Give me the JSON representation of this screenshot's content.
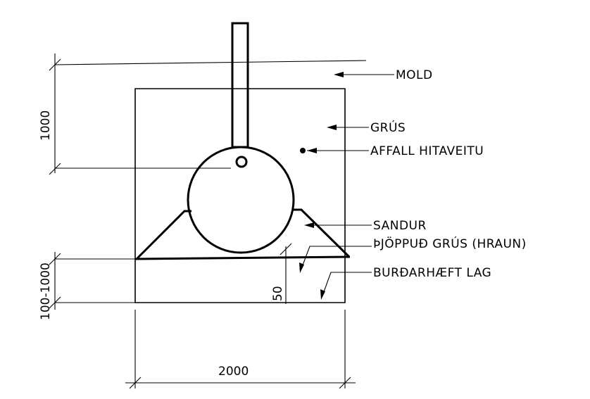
{
  "labels": {
    "mold": "MOLD",
    "grus": "GRÚS",
    "affall": "AFFALL HITAVEITU",
    "sandur": "SANDUR",
    "thjoppud": "ÞJÖPPUÐ GRÚS (HRAUN)",
    "burdar": "BURÐARHÆFT LAG"
  },
  "dimensions": {
    "depth": "1000",
    "bed_range": "100-1000",
    "bed_min": "50",
    "width": "2000"
  },
  "colors": {
    "line": "#000000",
    "background": "#ffffff"
  }
}
